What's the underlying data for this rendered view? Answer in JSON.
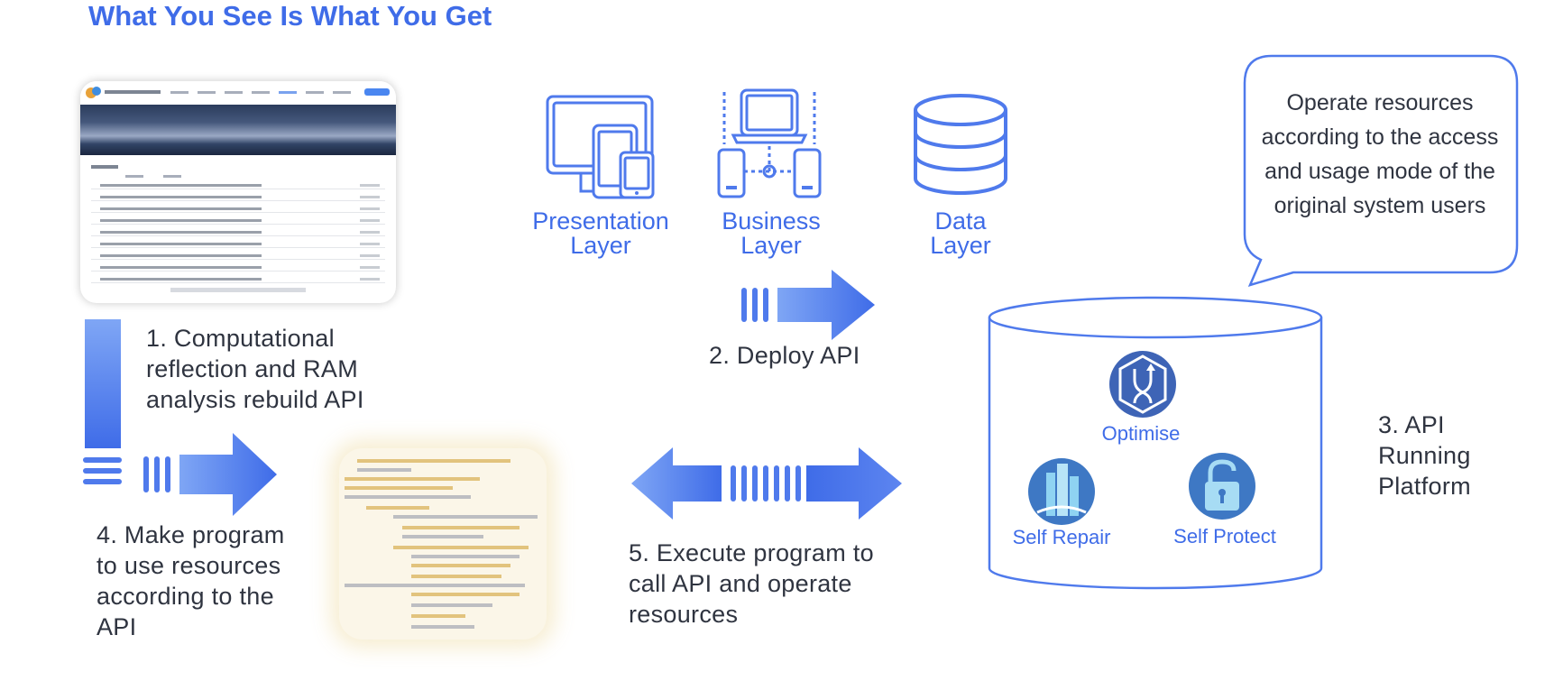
{
  "title": "What You See Is What You Get",
  "layers": {
    "presentation": [
      "Presentation",
      "Layer"
    ],
    "business": [
      "Business",
      "Layer"
    ],
    "data": [
      "Data",
      "Layer"
    ]
  },
  "bubble_text": "Operate resources according to the access and usage mode of the original system users",
  "steps": {
    "step1": [
      "1. Computational",
      "reflection and RAM",
      "analysis rebuild API"
    ],
    "step2": "2. Deploy API",
    "step3": [
      "3. API",
      "Running",
      "Platform"
    ],
    "step4": [
      "4. Make program",
      "to use resources",
      "according to the",
      "API"
    ],
    "step5": [
      "5. Execute program to",
      "call API and operate",
      "resources"
    ]
  },
  "platform": {
    "optimise": "Optimise",
    "self_repair": "Self Repair",
    "self_protect": "Self Protect"
  },
  "colors": {
    "accent": "#3f6ce8",
    "arrow_light": "#7fa6f5",
    "text": "#2f3440"
  }
}
